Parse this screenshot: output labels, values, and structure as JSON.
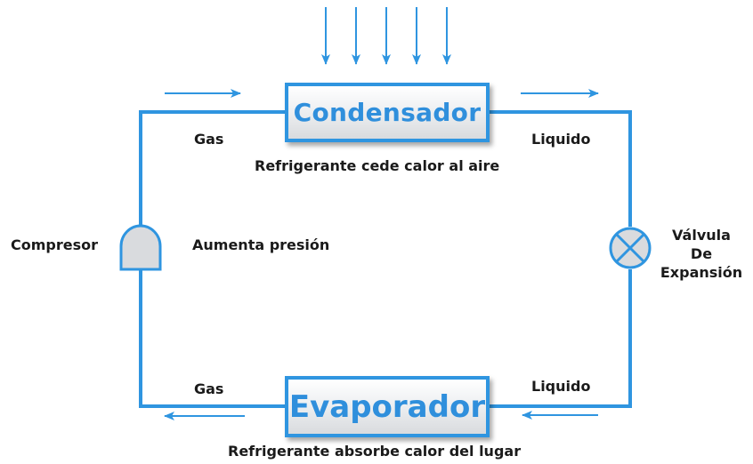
{
  "components": {
    "condenser": "Condensador",
    "evaporator": "Evaporador",
    "compressor": "Compresor",
    "valve": [
      "Válvula",
      "De",
      "Expansión"
    ]
  },
  "states": {
    "gas_top": "Gas",
    "liquid_top": "Liquido",
    "gas_bottom": "Gas",
    "liquid_bottom": "Liquido"
  },
  "notes": {
    "condenser": "Refrigerante cede calor al aire",
    "compressor": "Aumenta presión",
    "evaporator": "Refrigerante absorbe calor del lugar"
  },
  "colors": {
    "line": "#2f95e0",
    "title": "#2f8fdc",
    "text": "#1a1a1a",
    "shape_fill": "#d9dbde"
  }
}
